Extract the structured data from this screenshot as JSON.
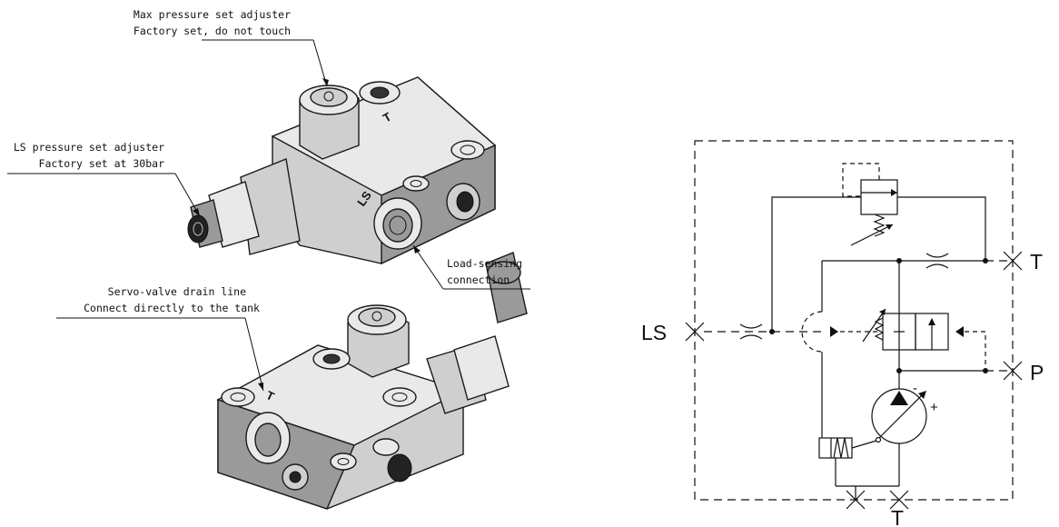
{
  "callouts": {
    "max_pressure": [
      "Max pressure set adjuster",
      "Factory set, do not touch"
    ],
    "ls_pressure": [
      "LS pressure set adjuster",
      "Factory set at 30bar"
    ],
    "load_sensing": [
      "Load-sensing",
      "connection"
    ],
    "servo_drain": [
      "Servo-valve drain line",
      "Connect directly to the tank"
    ]
  },
  "valve_markings": {
    "top_t": "T",
    "top_ls": "LS",
    "bottom_t": "T"
  },
  "schematic": {
    "ports": {
      "ls": "LS",
      "t_top": "T",
      "p": "P",
      "t_bottom": "T"
    },
    "pump_signs": {
      "minus": "-",
      "plus": "+"
    }
  }
}
